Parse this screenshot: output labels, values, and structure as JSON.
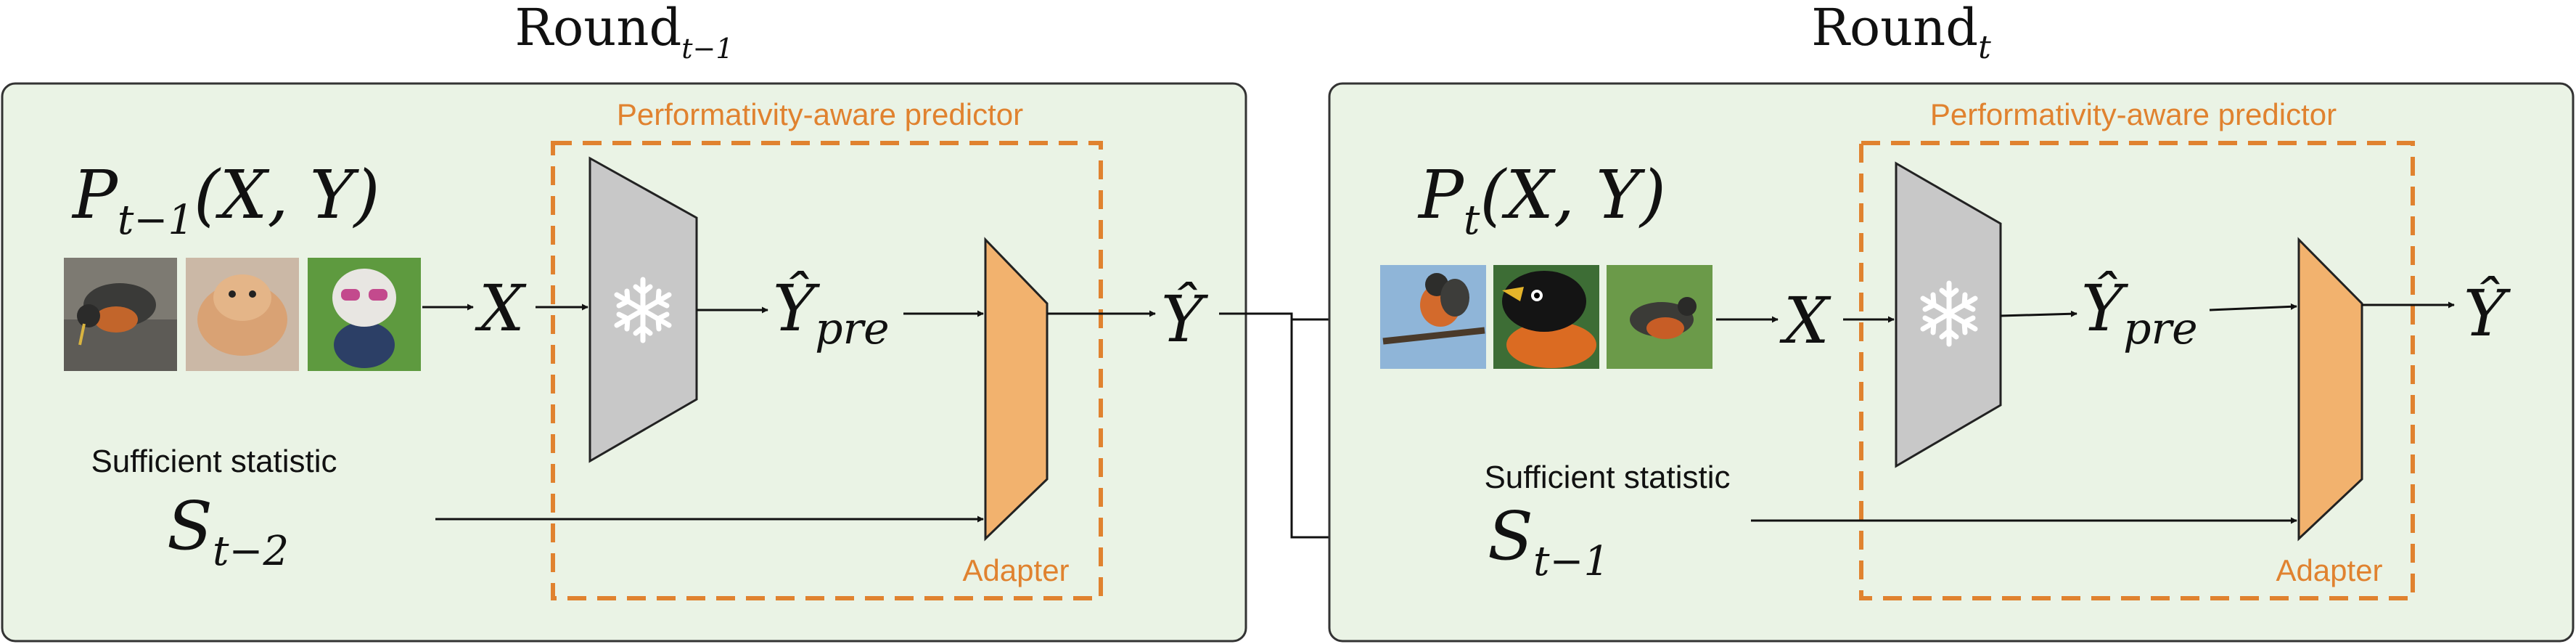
{
  "rounds": [
    {
      "title": "Round",
      "title_sub": "t−1",
      "distribution": {
        "base": "P",
        "sub": "t−1",
        "args": "(X, Y)"
      },
      "input_var": "X",
      "pre_output": {
        "base": "Ŷ",
        "sub": "pre"
      },
      "output_var": "Ŷ",
      "statistic_label": "Sufficient statistic",
      "statistic": {
        "base": "S",
        "sub": "t−2"
      },
      "predictor_label": "Performativity-aware predictor",
      "adapter_label": "Adapter",
      "images": [
        {
          "subject": "bird pecking ground"
        },
        {
          "subject": "fluffy dog"
        },
        {
          "subject": "dog with sunglasses"
        }
      ]
    },
    {
      "title": "Round",
      "title_sub": "t",
      "distribution": {
        "base": "P",
        "sub": "t",
        "args": "(X, Y)"
      },
      "input_var": "X",
      "pre_output": {
        "base": "Ŷ",
        "sub": "pre"
      },
      "output_var": "Ŷ",
      "statistic_label": "Sufficient statistic",
      "statistic": {
        "base": "S",
        "sub": "t−1"
      },
      "predictor_label": "Performativity-aware predictor",
      "adapter_label": "Adapter",
      "images": [
        {
          "subject": "robin on branch"
        },
        {
          "subject": "robin close-up"
        },
        {
          "subject": "robin on grass"
        }
      ]
    }
  ],
  "icons": {
    "frozen": "snowflake-icon"
  },
  "colors": {
    "panel_fill": "#eaf3e5",
    "panel_border": "#333333",
    "predictor_dash": "#e0822f",
    "adapter_fill": "#f2b26e",
    "frozen_fill": "#c8c8c8"
  }
}
